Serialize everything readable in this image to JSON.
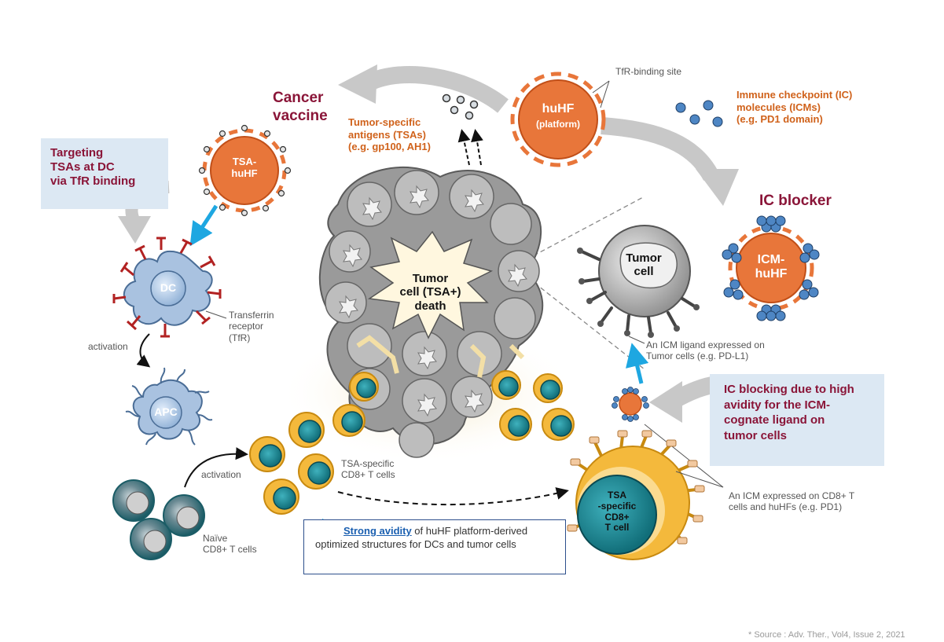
{
  "headings": {
    "cancer_vaccine": "Cancer\nvaccine",
    "ic_blocker": "IC blocker"
  },
  "boxes": {
    "targeting": "Targeting\nTSAs at DC\nvia TfR binding",
    "ic_blocking": "IC blocking due to high\navidity for the ICM-\ncognate ligand on\ntumor cells"
  },
  "labels": {
    "tfr_binding_site": "TfR-binding site",
    "tsa_antigens": "Tumor-specific\nantigens (TSAs)\n(e.g. gp100, AH1)",
    "icm_molecules": "Immune checkpoint (IC)\nmolecules (ICMs)\n(e.g. PD1 domain)",
    "transferrin_receptor": "Transferrin\nreceptor\n(TfR)",
    "activation1": "activation",
    "activation2": "activation",
    "naive_cd8": "Naïve\nCD8+ T cells",
    "tsa_specific_cd8": "TSA-specific\nCD8+ T cells",
    "icm_ligand": "An ICM ligand expressed on\nTumor cells (e.g. PD-L1)",
    "icm_expressed": "An ICM expressed on CD8+ T\ncells and huHFs (e.g. PD1)"
  },
  "cells": {
    "huhf_platform_title": "huHF",
    "huhf_platform_sub": "(platform)",
    "tsa_huhf": "TSA-\nhuHF",
    "dc": "DC",
    "apc": "APC",
    "tumor_center": "Tumor\ncell (TSA+)\ndeath",
    "tumor_cell": "Tumor\ncell",
    "icm_huhf": "ICM-\nhuHF",
    "tsa_tcell": "TSA\n-specific\nCD8+\nT cell"
  },
  "legend": {
    "strong": "Strong avidity",
    "rest": " of huHF platform-derived",
    "line2": "optimized structures for DCs and tumor cells"
  },
  "source": "* Source : Adv. Ther., Vol4, Issue 2, 2021",
  "colors": {
    "dark_red": "#8a1538",
    "orange": "#d0621b",
    "huhf_orange": "#e8763a",
    "blue_arrow": "#1ea7e1",
    "box_blue": "#dce8f3",
    "yellow": "#f4b93c",
    "teal": "#1b8a96"
  }
}
